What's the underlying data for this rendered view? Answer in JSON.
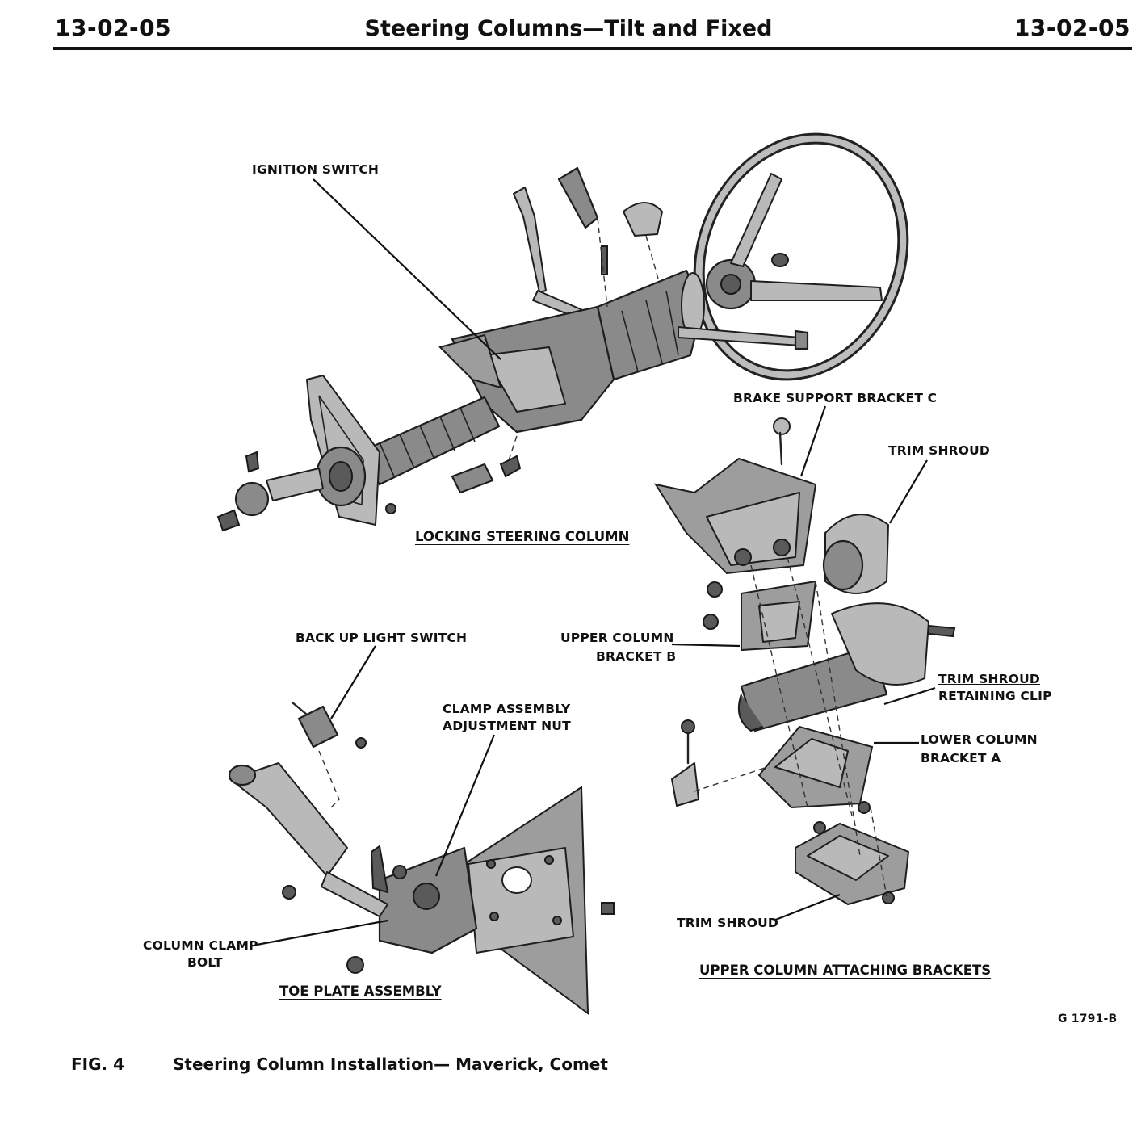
{
  "header": {
    "page_left": "13-02-05",
    "title": "Steering Columns—Tilt and Fixed",
    "page_right": "13-02-05"
  },
  "sections": {
    "locking": "LOCKING STEERING COLUMN",
    "toe_plate": "TOE PLATE ASSEMBLY",
    "upper_brackets": "UPPER COLUMN ATTACHING BRACKETS"
  },
  "labels": {
    "ignition_switch": "IGNITION SWITCH",
    "brake_support": "BRAKE SUPPORT BRACKET C",
    "trim_shroud_top": "TRIM SHROUD",
    "upper_column_bracket_1": "UPPER COLUMN",
    "upper_column_bracket_2": "BRACKET B",
    "back_up_light": "BACK UP LIGHT SWITCH",
    "clamp_nut_1": "CLAMP ASSEMBLY",
    "clamp_nut_2": "ADJUSTMENT NUT",
    "trim_clip_1": "TRIM SHROUD",
    "trim_clip_2": "RETAINING CLIP",
    "lower_bracket_1": "LOWER COLUMN",
    "lower_bracket_2": "BRACKET A",
    "clamp_bolt_1": "COLUMN CLAMP",
    "clamp_bolt_2": "BOLT",
    "trim_shroud_bottom": "TRIM SHROUD"
  },
  "figure_code": "G 1791-B",
  "caption": {
    "number": "FIG. 4",
    "text": "Steering Column Installation— Maverick, Comet"
  }
}
